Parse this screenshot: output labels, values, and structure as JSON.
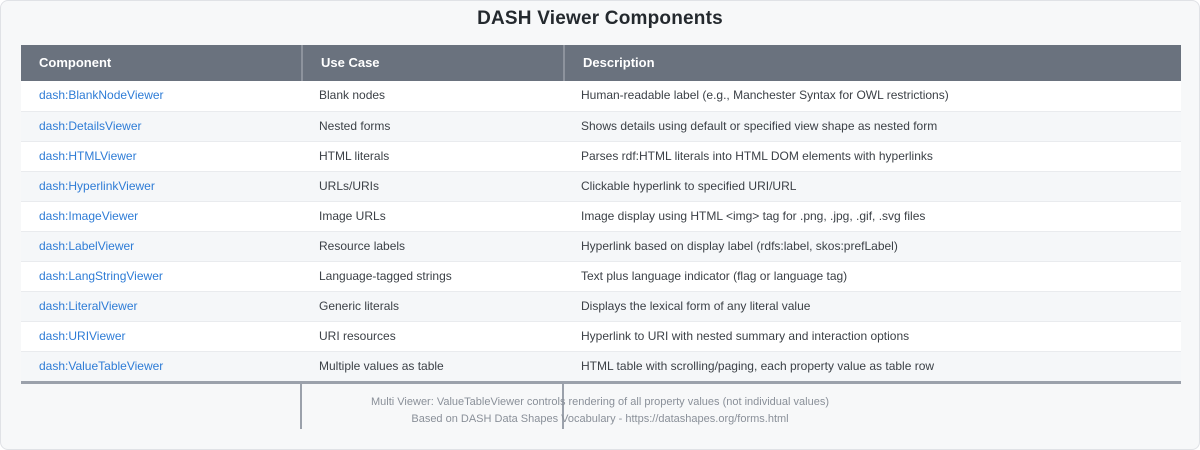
{
  "page": {
    "title": "DASH Viewer Components",
    "footer_lines": [
      "Multi Viewer: ValueTableViewer controls rendering of all property values (not individual values)",
      "Based on DASH Data Shapes Vocabulary - https://datashapes.org/forms.html"
    ]
  },
  "table": {
    "columns": [
      "Component",
      "Use Case",
      "Description"
    ],
    "rows": [
      {
        "component": "dash:BlankNodeViewer",
        "use_case": "Blank nodes",
        "description": "Human-readable label (e.g., Manchester Syntax for OWL restrictions)"
      },
      {
        "component": "dash:DetailsViewer",
        "use_case": "Nested forms",
        "description": "Shows details using default or specified view shape as nested form"
      },
      {
        "component": "dash:HTMLViewer",
        "use_case": "HTML literals",
        "description": "Parses rdf:HTML literals into HTML DOM elements with hyperlinks"
      },
      {
        "component": "dash:HyperlinkViewer",
        "use_case": "URLs/URIs",
        "description": "Clickable hyperlink to specified URI/URL"
      },
      {
        "component": "dash:ImageViewer",
        "use_case": "Image URLs",
        "description": "Image display using HTML <img> tag for .png, .jpg, .gif, .svg files"
      },
      {
        "component": "dash:LabelViewer",
        "use_case": "Resource labels",
        "description": "Hyperlink based on display label (rdfs:label, skos:prefLabel)"
      },
      {
        "component": "dash:LangStringViewer",
        "use_case": "Language-tagged strings",
        "description": "Text plus language indicator (flag or language tag)"
      },
      {
        "component": "dash:LiteralViewer",
        "use_case": "Generic literals",
        "description": "Displays the lexical form of any literal value"
      },
      {
        "component": "dash:URIViewer",
        "use_case": "URI resources",
        "description": "Hyperlink to URI with nested summary and interaction options"
      },
      {
        "component": "dash:ValueTableViewer",
        "use_case": "Multiple values as table",
        "description": "HTML table with scrolling/paging, each property value as table row"
      }
    ]
  },
  "colors": {
    "page_bg": "#f7f8f9",
    "header_bg": "#6a727e",
    "header_text": "#ffffff",
    "header_divider": "#8d939d",
    "link_blue": "#2e7cd6",
    "body_text": "#3c4147",
    "row_alt_bg": "#f5f7f9",
    "row_border": "#e9ebee",
    "table_bottom_border": "#9ba1ab",
    "footer_text": "#8a9099"
  },
  "chart_data": {
    "type": "table",
    "title": "DASH Viewer Components",
    "columns": [
      "Component",
      "Use Case",
      "Description"
    ],
    "rows": [
      [
        "dash:BlankNodeViewer",
        "Blank nodes",
        "Human-readable label (e.g., Manchester Syntax for OWL restrictions)"
      ],
      [
        "dash:DetailsViewer",
        "Nested forms",
        "Shows details using default or specified view shape as nested form"
      ],
      [
        "dash:HTMLViewer",
        "HTML literals",
        "Parses rdf:HTML literals into HTML DOM elements with hyperlinks"
      ],
      [
        "dash:HyperlinkViewer",
        "URLs/URIs",
        "Clickable hyperlink to specified URI/URL"
      ],
      [
        "dash:ImageViewer",
        "Image URLs",
        "Image display using HTML <img> tag for .png, .jpg, .gif, .svg files"
      ],
      [
        "dash:LabelViewer",
        "Resource labels",
        "Hyperlink based on display label (rdfs:label, skos:prefLabel)"
      ],
      [
        "dash:LangStringViewer",
        "Language-tagged strings",
        "Text plus language indicator (flag or language tag)"
      ],
      [
        "dash:LiteralViewer",
        "Generic literals",
        "Displays the lexical form of any literal value"
      ],
      [
        "dash:URIViewer",
        "URI resources",
        "Hyperlink to URI with nested summary and interaction options"
      ],
      [
        "dash:ValueTableViewer",
        "Multiple values as table",
        "HTML table with scrolling/paging, each property value as table row"
      ]
    ],
    "footnotes": [
      "Multi Viewer: ValueTableViewer controls rendering of all property values (not individual values)",
      "Based on DASH Data Shapes Vocabulary - https://datashapes.org/forms.html"
    ],
    "legend_position": "none",
    "grid": false
  }
}
